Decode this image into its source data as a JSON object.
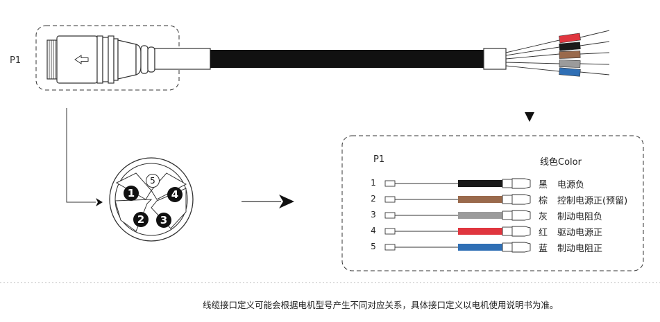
{
  "connector_label": "P1",
  "table": {
    "label": "P1",
    "color_header": "线色Color",
    "rows": [
      {
        "num": "1",
        "color_name": "黑",
        "function": "电源负",
        "hex": "#1a1a1a"
      },
      {
        "num": "2",
        "color_name": "棕",
        "function": "控制电源正(预留)",
        "hex": "#9a6a4c"
      },
      {
        "num": "3",
        "color_name": "灰",
        "function": "制动电阻负",
        "hex": "#9b9b9b"
      },
      {
        "num": "4",
        "color_name": "红",
        "function": "驱动电源正",
        "hex": "#e0363f"
      },
      {
        "num": "5",
        "color_name": "蓝",
        "function": "制动电阻正",
        "hex": "#2f6fb5"
      }
    ]
  },
  "pins": [
    "1",
    "2",
    "3",
    "4",
    "5"
  ],
  "footnote": "线缆接口定义可能会根据电机型号产生不同对应关系，具体接口定义以电机使用说明书为准。"
}
